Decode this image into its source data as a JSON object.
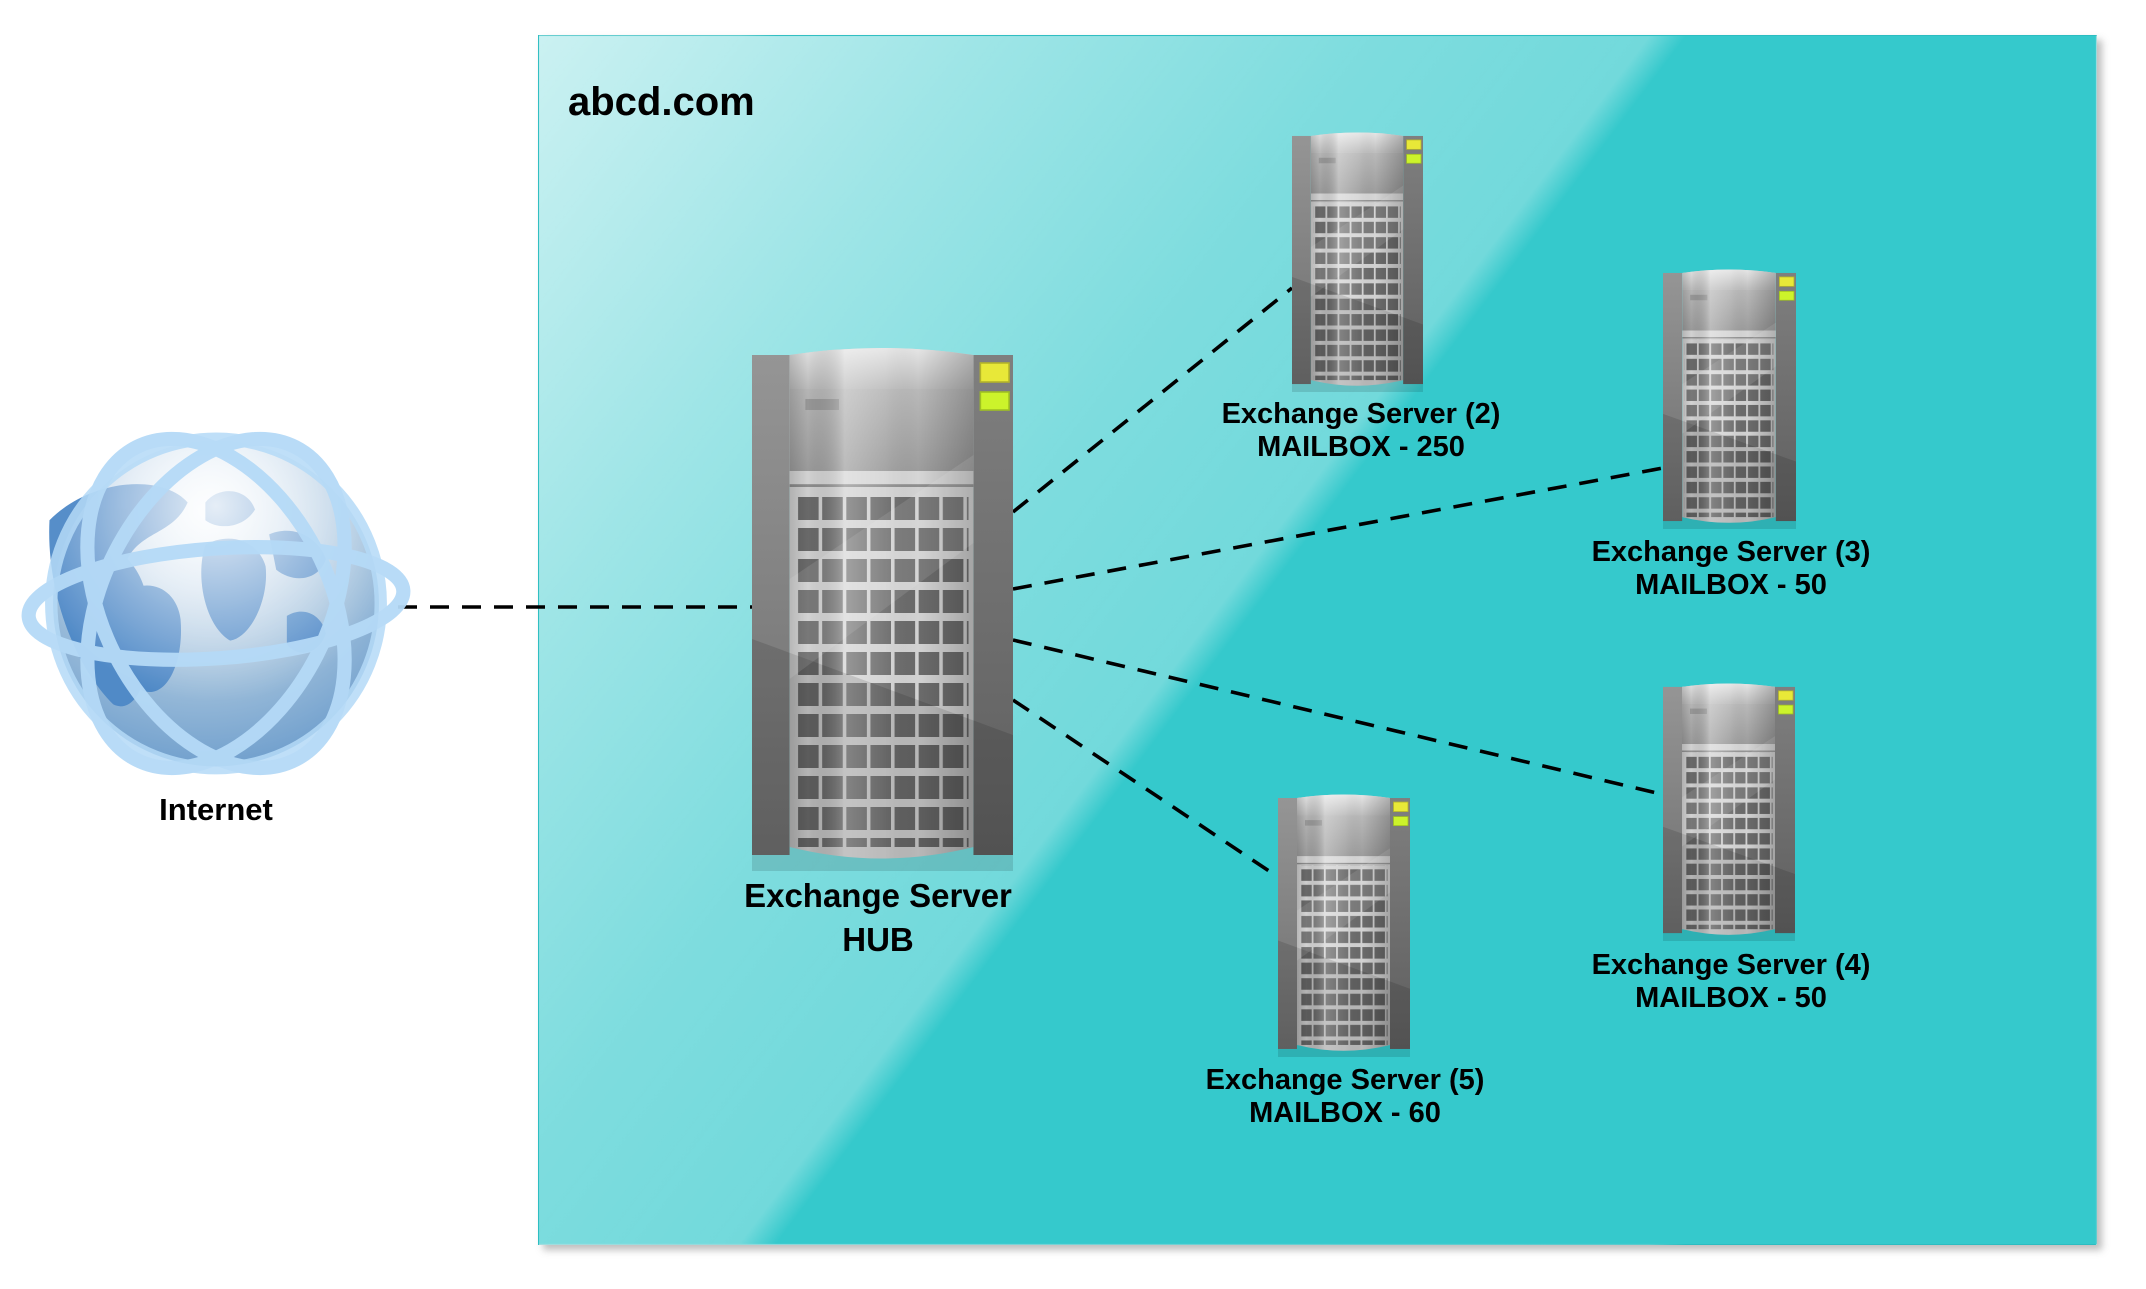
{
  "diagram": {
    "domain": {
      "label": "abcd.com",
      "fill_color": "#35c9cc"
    },
    "internet": {
      "label": "Internet",
      "icon": "globe-icon"
    },
    "hub": {
      "name_line1": "Exchange Server",
      "name_line2": "HUB",
      "icon": "server-tower-icon"
    },
    "servers": [
      {
        "name": "Exchange Server (2)",
        "mailbox": "MAILBOX - 250",
        "icon": "server-tower-icon"
      },
      {
        "name": "Exchange Server (3)",
        "mailbox": "MAILBOX - 50",
        "icon": "server-tower-icon"
      },
      {
        "name": "Exchange Server (4)",
        "mailbox": "MAILBOX - 50",
        "icon": "server-tower-icon"
      },
      {
        "name": "Exchange Server (5)",
        "mailbox": "MAILBOX - 60",
        "icon": "server-tower-icon"
      }
    ],
    "connections": [
      {
        "from": "internet",
        "to": "hub"
      },
      {
        "from": "hub",
        "to": "server-2"
      },
      {
        "from": "hub",
        "to": "server-3"
      },
      {
        "from": "hub",
        "to": "server-4"
      },
      {
        "from": "hub",
        "to": "server-5"
      }
    ],
    "colors": {
      "led_top": "#e8e838",
      "led_bottom": "#ccf32b",
      "connector_line": "#000000",
      "globe_ring": "#b5daf7"
    }
  }
}
